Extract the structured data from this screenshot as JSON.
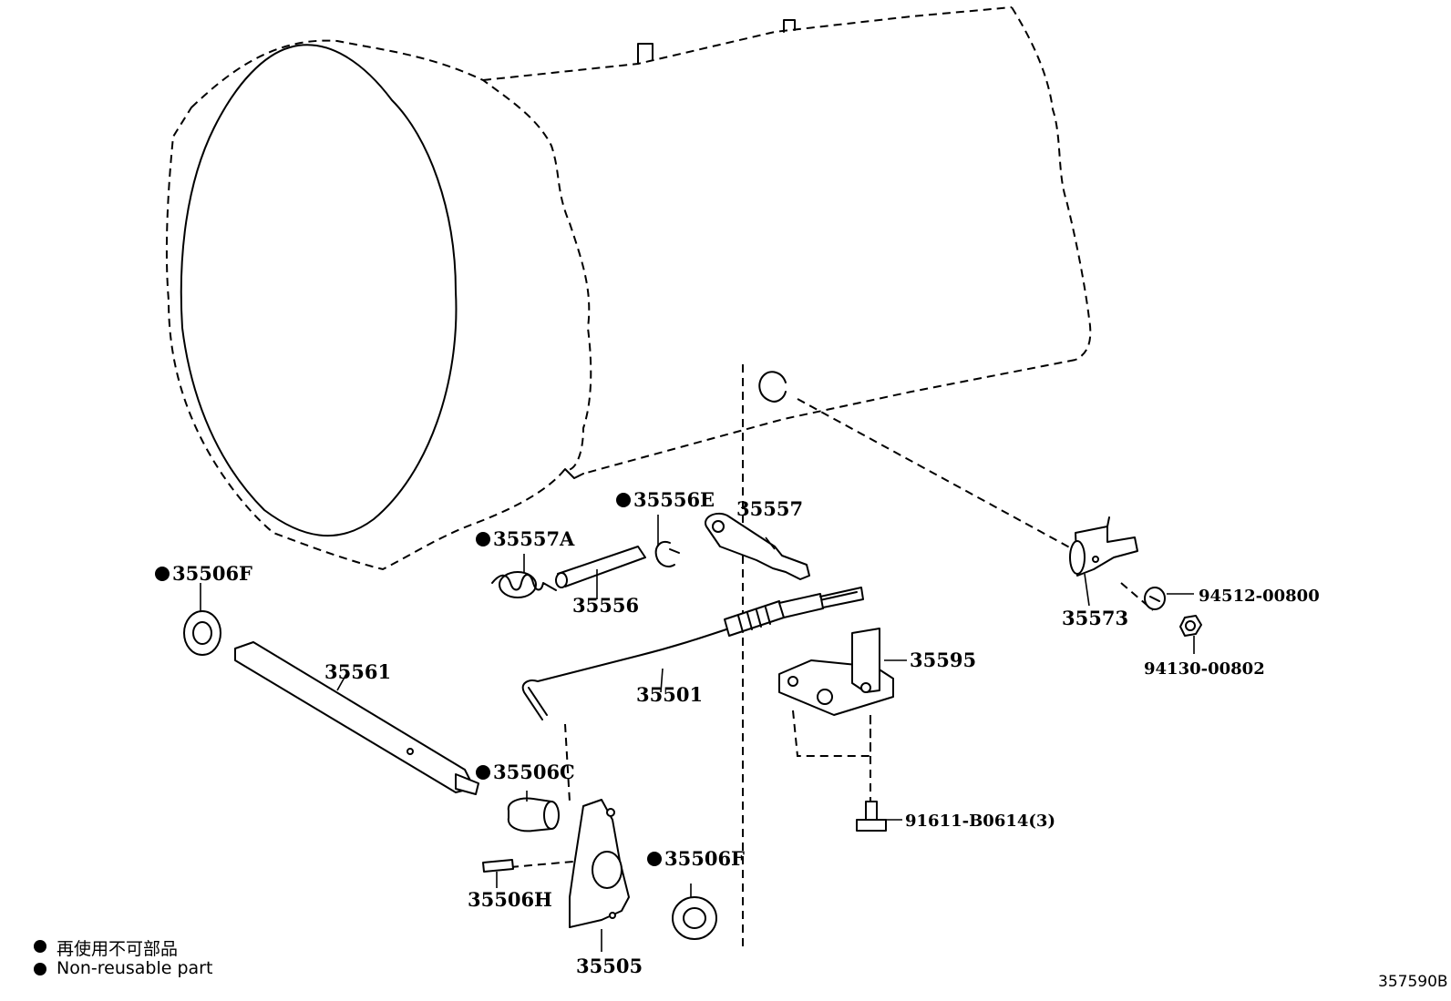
{
  "diagram": {
    "figure_code": "357590B",
    "legend": [
      {
        "mark": "dot",
        "text": "再使用不可部品"
      },
      {
        "mark": "dot",
        "text": "Non-reusable part"
      }
    ],
    "parts": {
      "p35556E": {
        "number": "35556E",
        "non_reusable": true
      },
      "p35557": {
        "number": "35557",
        "non_reusable": false
      },
      "p35557A": {
        "number": "35557A",
        "non_reusable": true
      },
      "p35506F_top": {
        "number": "35506F",
        "non_reusable": true
      },
      "p35556": {
        "number": "35556",
        "non_reusable": false
      },
      "p35573": {
        "number": "35573",
        "non_reusable": false
      },
      "p94512": {
        "number": "94512-00800",
        "non_reusable": false
      },
      "p94130": {
        "number": "94130-00802",
        "non_reusable": false
      },
      "p35595": {
        "number": "35595",
        "non_reusable": false
      },
      "p35561": {
        "number": "35561",
        "non_reusable": false
      },
      "p35501": {
        "number": "35501",
        "non_reusable": false
      },
      "p35506C": {
        "number": "35506C",
        "non_reusable": true
      },
      "p91611": {
        "number": "91611-B0614(3)",
        "non_reusable": false
      },
      "p35506F_bottom": {
        "number": "35506F",
        "non_reusable": true
      },
      "p35506H": {
        "number": "35506H",
        "non_reusable": false
      },
      "p35505": {
        "number": "35505",
        "non_reusable": false
      }
    }
  }
}
